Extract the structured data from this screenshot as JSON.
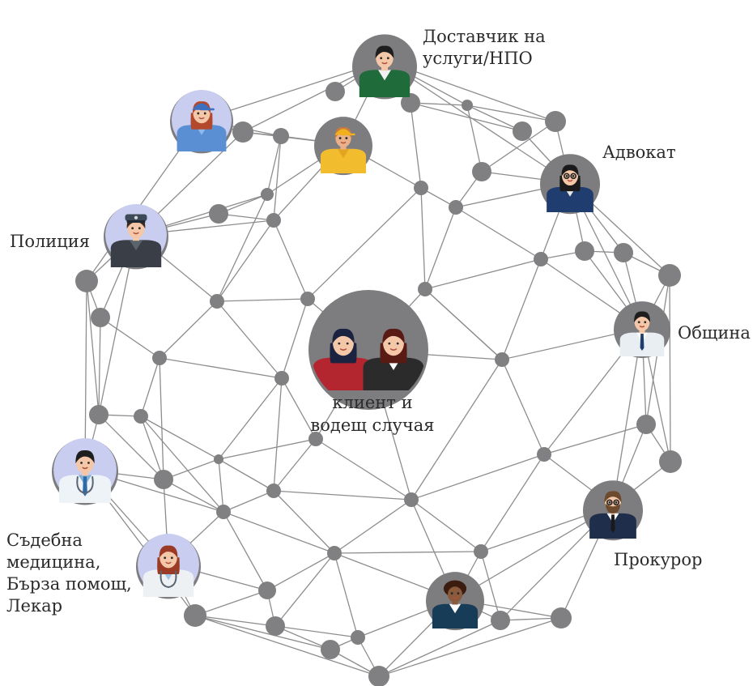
{
  "colors": {
    "edge": "#8d8d8d",
    "node": "#808083",
    "ring": "#7d7d80",
    "halo": "#c9cdf0",
    "text": "#2b2b2b"
  },
  "center": {
    "line1": "клиент и",
    "line2": "водещ случая"
  },
  "labels": {
    "ngo": {
      "line1": "Доставчик на",
      "line2": "услуги/НПО"
    },
    "lawyer": "Адвокат",
    "police": "Полиция",
    "municipality": "Община",
    "prosecutor": "Прокурор",
    "medical": {
      "line1": "Съдебна",
      "line2": "медицина,",
      "line3": "Бърза помощ,",
      "line4": "Лекар"
    }
  },
  "avatars": [
    {
      "id": "ngo-provider",
      "icon": "man-green-jacket-avatar"
    },
    {
      "id": "delivery-woman",
      "icon": "woman-blue-cap-avatar"
    },
    {
      "id": "worker",
      "icon": "man-yellow-cap-avatar"
    },
    {
      "id": "lawyer",
      "icon": "woman-glasses-avatar"
    },
    {
      "id": "police",
      "icon": "police-officer-avatar"
    },
    {
      "id": "municipality",
      "icon": "man-tie-avatar"
    },
    {
      "id": "doctor",
      "icon": "male-doctor-avatar"
    },
    {
      "id": "prosecutor",
      "icon": "bearded-man-glasses-avatar"
    },
    {
      "id": "female-doctor",
      "icon": "female-doctor-avatar"
    },
    {
      "id": "social-worker",
      "icon": "woman-curly-hair-avatar"
    },
    {
      "id": "client-pair",
      "icon": "two-women-avatar"
    }
  ]
}
